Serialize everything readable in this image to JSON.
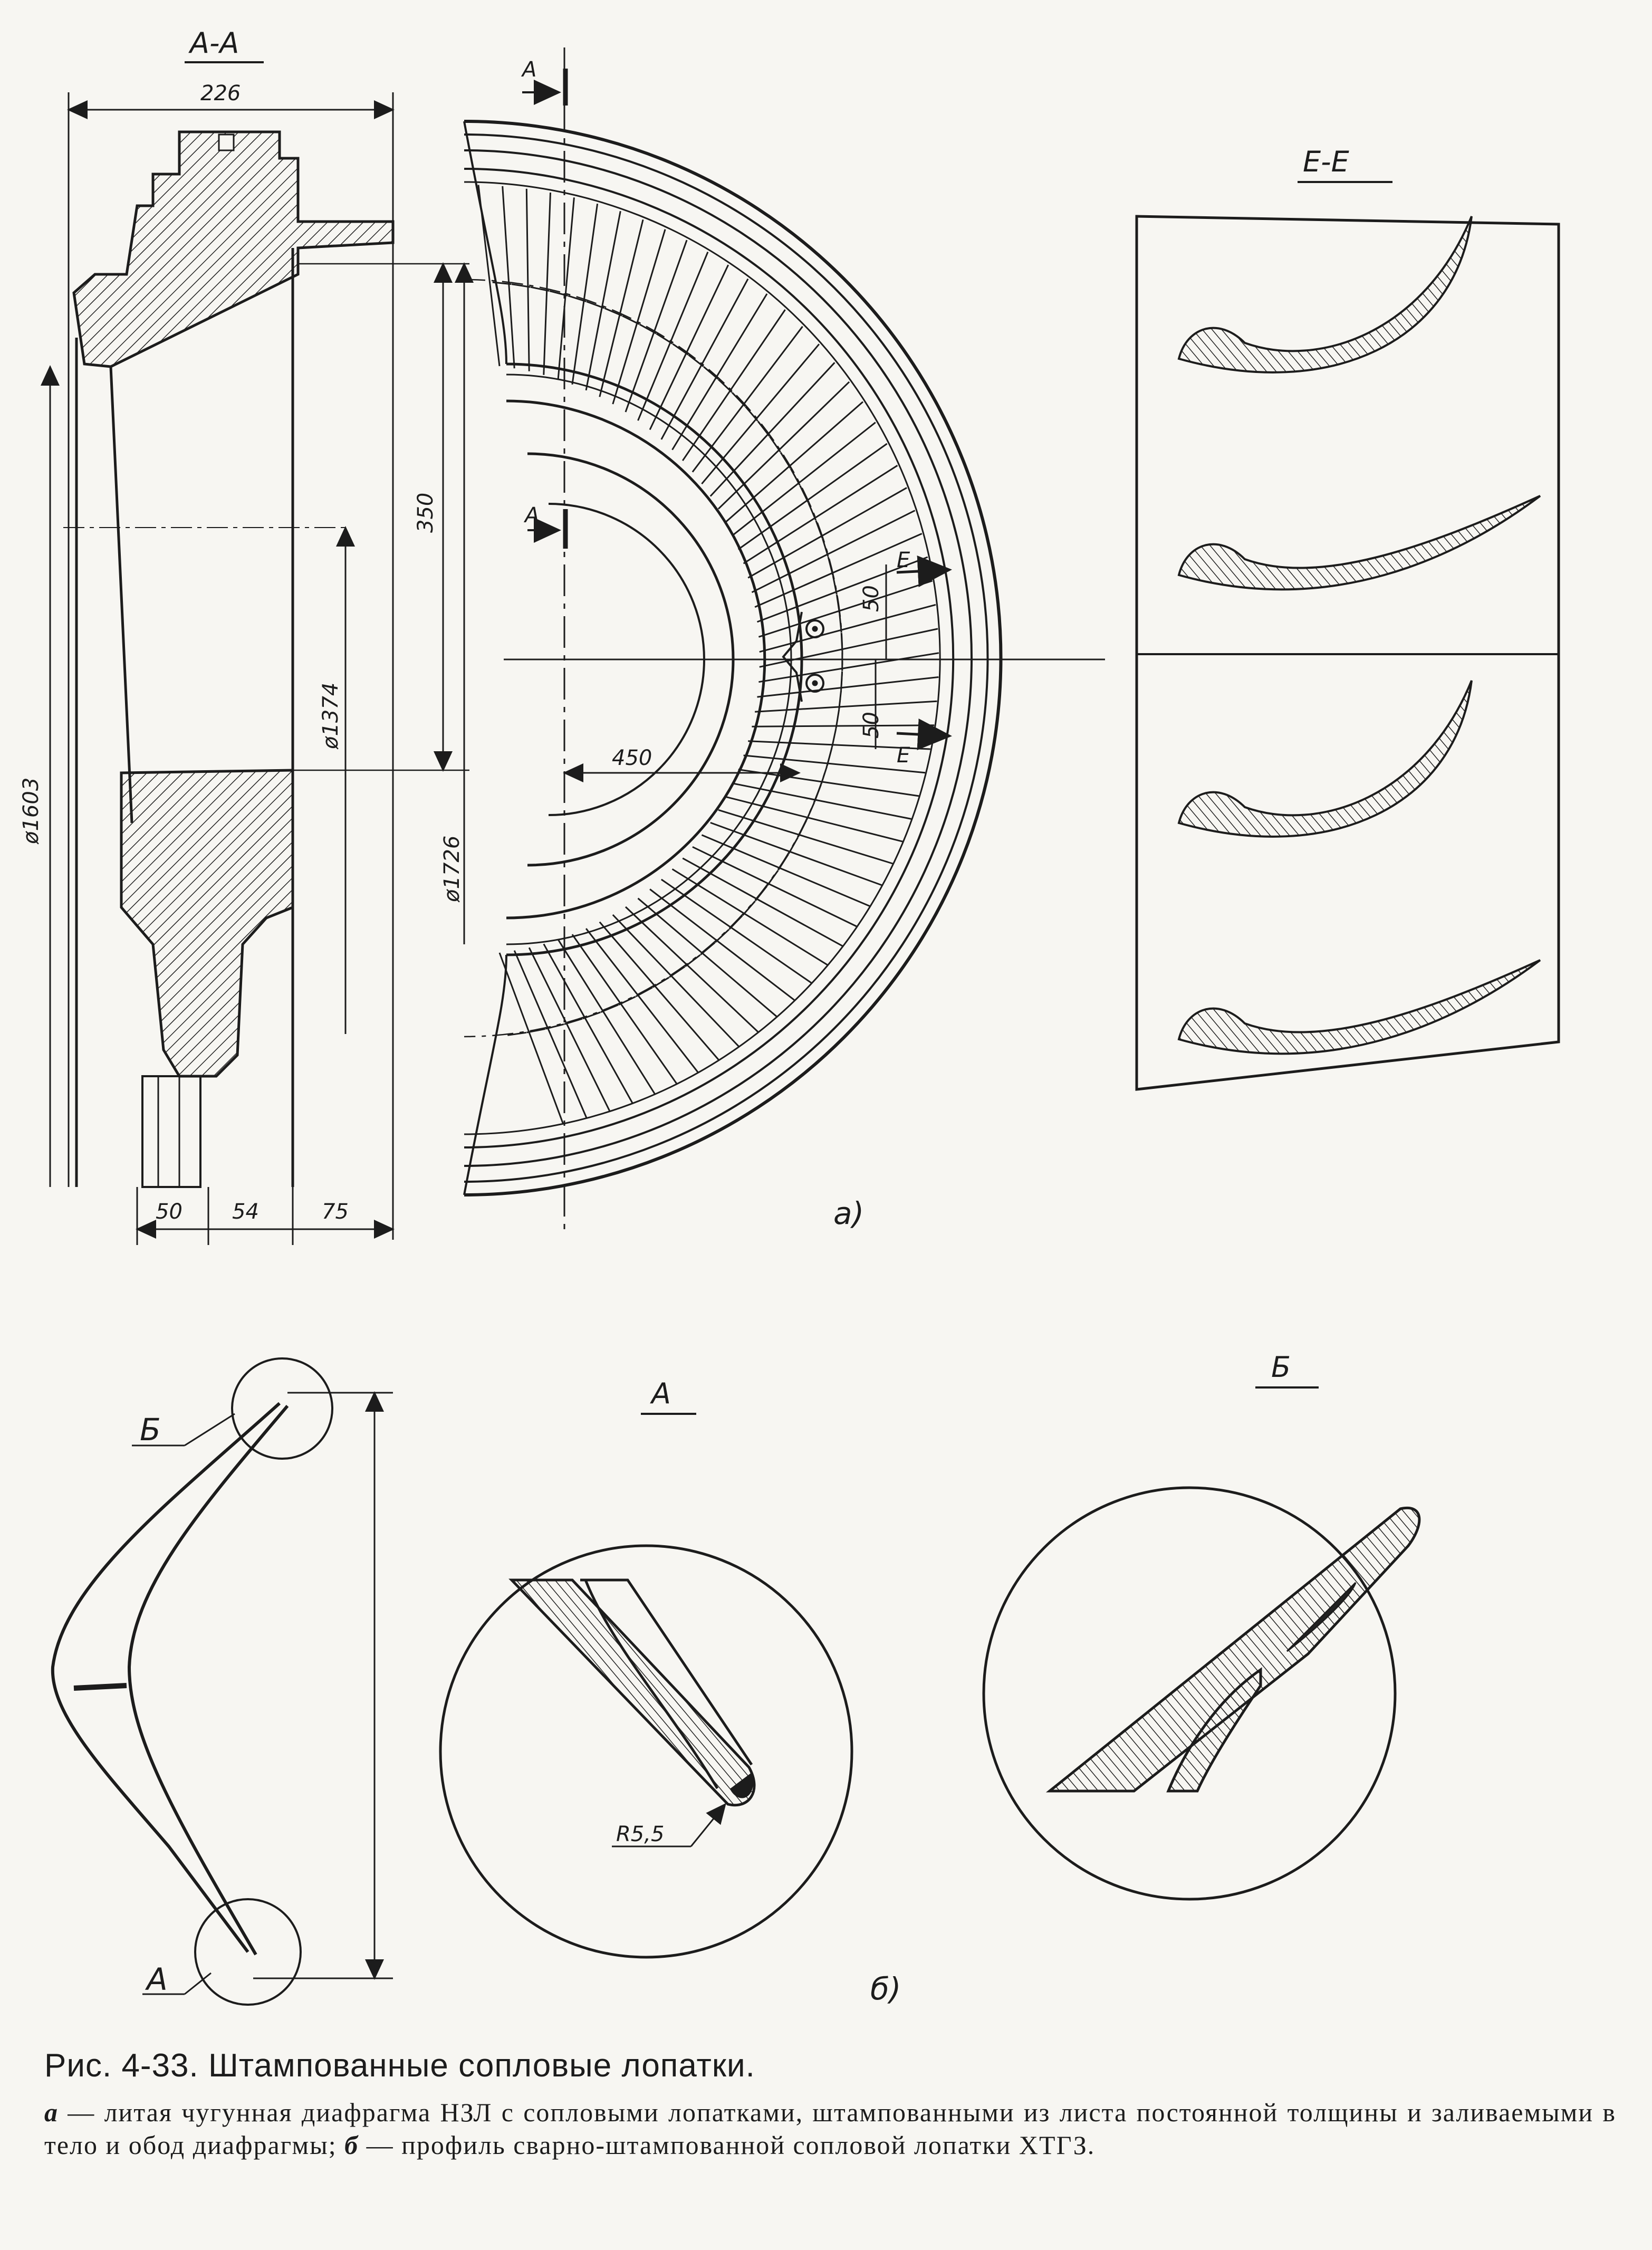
{
  "figure": {
    "caption_title": "Рис. 4-33. Штампованные сопловые лопатки.",
    "caption_a_letter": "а",
    "caption_a_text": " — литая чугунная диафрагма НЗЛ с сопловыми лопатками, штампованными из листа постоянной толщины и заливаемыми в тело и обод диафрагмы;",
    "caption_b_letter": "б",
    "caption_b_text": " — профиль сварно-штампованной сопловой лопатки ХТГЗ."
  },
  "section_aa": {
    "title": "А-А",
    "dim_width": "226",
    "dim_d1603": "ø1603",
    "dim_d1374": "ø1374",
    "dim_350": "350",
    "dim_50": "50",
    "dim_54": "54",
    "dim_75": "75"
  },
  "diaphragm": {
    "cut_mark_top": "А",
    "cut_mark_mid": "А",
    "dim_d1726": "ø1726",
    "dim_450": "450",
    "dim_50_upper": "50",
    "dim_50_lower": "50",
    "section_mark_upper": "Е",
    "section_mark_lower": "Е",
    "panel_label": "а)"
  },
  "section_ee": {
    "title": "Е-Е"
  },
  "blade_profile": {
    "callout_top": "Б",
    "callout_bottom": "А",
    "panel_label": "б)"
  },
  "detail_a": {
    "title": "А",
    "radius_label": "R5,5"
  },
  "detail_b": {
    "title": "Б"
  }
}
